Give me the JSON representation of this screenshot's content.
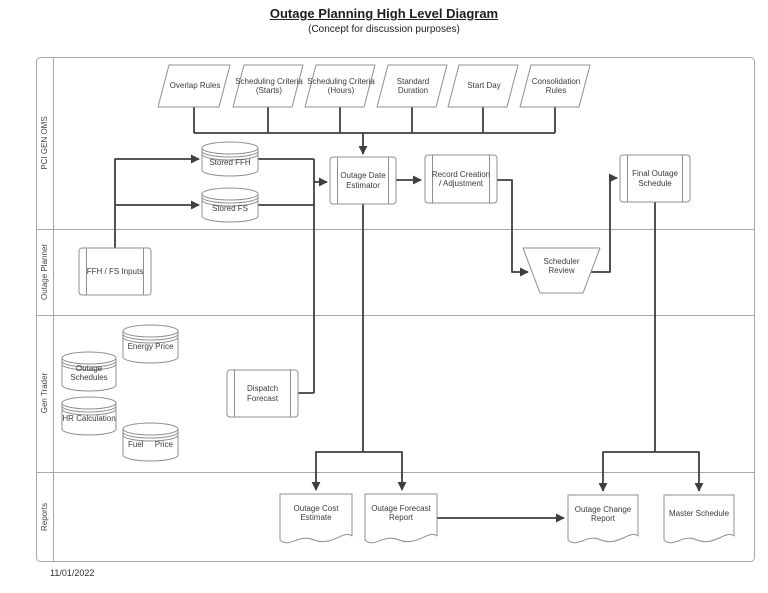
{
  "title": "Outage Planning High Level Diagram",
  "subtitle": "(Concept for discussion purposes)",
  "footer_date": "11/01/2022",
  "lanes": [
    {
      "label": "PCI GEN OMS"
    },
    {
      "label": "Outage Planner"
    },
    {
      "label": "Gen Trader"
    },
    {
      "label": "Reports"
    }
  ],
  "nodes": {
    "overlap_rules": "Overlap Rules",
    "sched_starts": "Scheduling Criteria (Starts)",
    "sched_hours": "Scheduling Criteria (Hours)",
    "standard_duration": "Standard Duration",
    "start_day": "Start Day",
    "consolidation_rules": "Consolidation Rules",
    "stored_ffh": "Stored FFH",
    "stored_fs": "Stored FS",
    "outage_date_estimator": "Outage Date Estimator",
    "record_creation": "Record Creation / Adjustment",
    "final_outage_schedule": "Final Outage Schedule",
    "ffh_fs_inputs": "FFH / FS Inputs",
    "scheduler_review": "Scheduler Review",
    "energy_price": "Energy Price",
    "outage_schedules": "Outage Schedules",
    "hr_calculation": "HR Calculation",
    "fuel_price": "Fuel Price",
    "dispatch_forecast": "Dispatch Forecast",
    "outage_cost_estimate": "Outage Cost Estimate",
    "outage_forecast_report": "Outage Forecast Report",
    "outage_change_report": "Outage Change Report",
    "master_schedule": "Master Schedule"
  },
  "colors": {
    "shape_outline": "#8f8f8f",
    "connector": "#3f3f3f",
    "lane_border": "#a8a8a8",
    "text": "#3c3c3c"
  }
}
